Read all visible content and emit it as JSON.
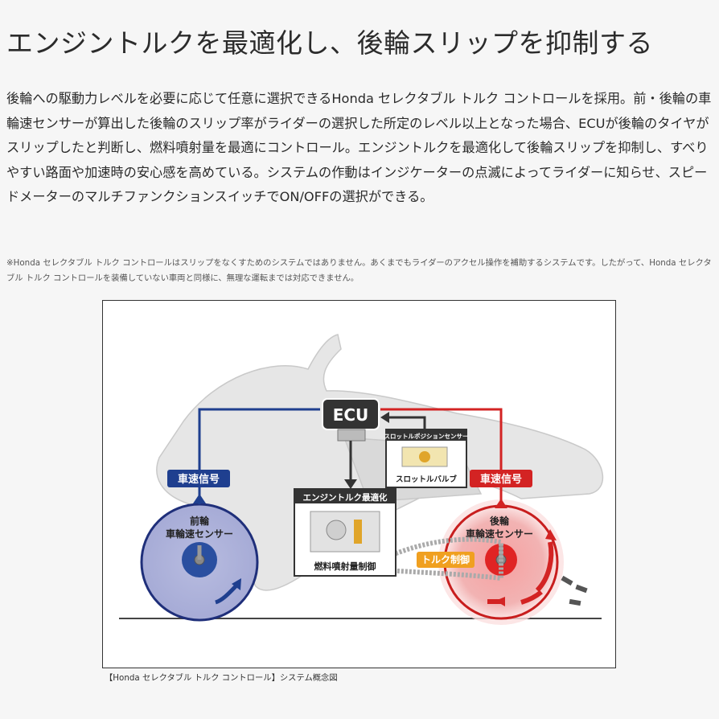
{
  "page": {
    "title": "エンジントルクを最適化し、後輪スリップを抑制する",
    "body": "後輪への駆動力レベルを必要に応じて任意に選択できるHonda セレクタブル トルク コントロールを採用。前・後輪の車輪速センサーが算出した後輪のスリップ率がライダーの選択した所定のレベル以上となった場合、ECUが後輪のタイヤがスリップしたと判断し、燃料噴射量を最適にコントロール。エンジントルクを最適化して後輪スリップを抑制し、すべりやすい路面や加速時の安心感を高めている。システムの作動はインジケーターの点滅によってライダーに知らせ、スピードメーターのマルチファンクションスイッチでON/OFFの選択ができる。",
    "note": "※Honda セレクタブル トルク コントロールはスリップをなくすためのシステムではありません。あくまでもライダーのアクセル操作を補助するシステムです。したがって、Honda セレクタブル トルク コントロールを装備していない車両と同様に、無理な運転までは対応できません。",
    "caption": "【Honda セレクタブル トルク コントロール】システム概念図"
  },
  "diagram": {
    "ecu": "ECU",
    "throttle_sensor": "スロットルポジションセンサー",
    "throttle_valve": "スロットルバルブ",
    "engine_torque": "エンジントルク最適化",
    "fuel_injection": "燃料噴射量制御",
    "front_signal": "車速信号",
    "rear_signal": "車速信号",
    "front_sensor_line1": "前輪",
    "front_sensor_line2": "車輪速センサー",
    "rear_sensor_line1": "後輪",
    "rear_sensor_line2": "車輪速センサー",
    "torque_control": "トルク制御"
  },
  "colors": {
    "front": "#1f3f8f",
    "rear": "#d32323",
    "accent": "#f0a020"
  }
}
